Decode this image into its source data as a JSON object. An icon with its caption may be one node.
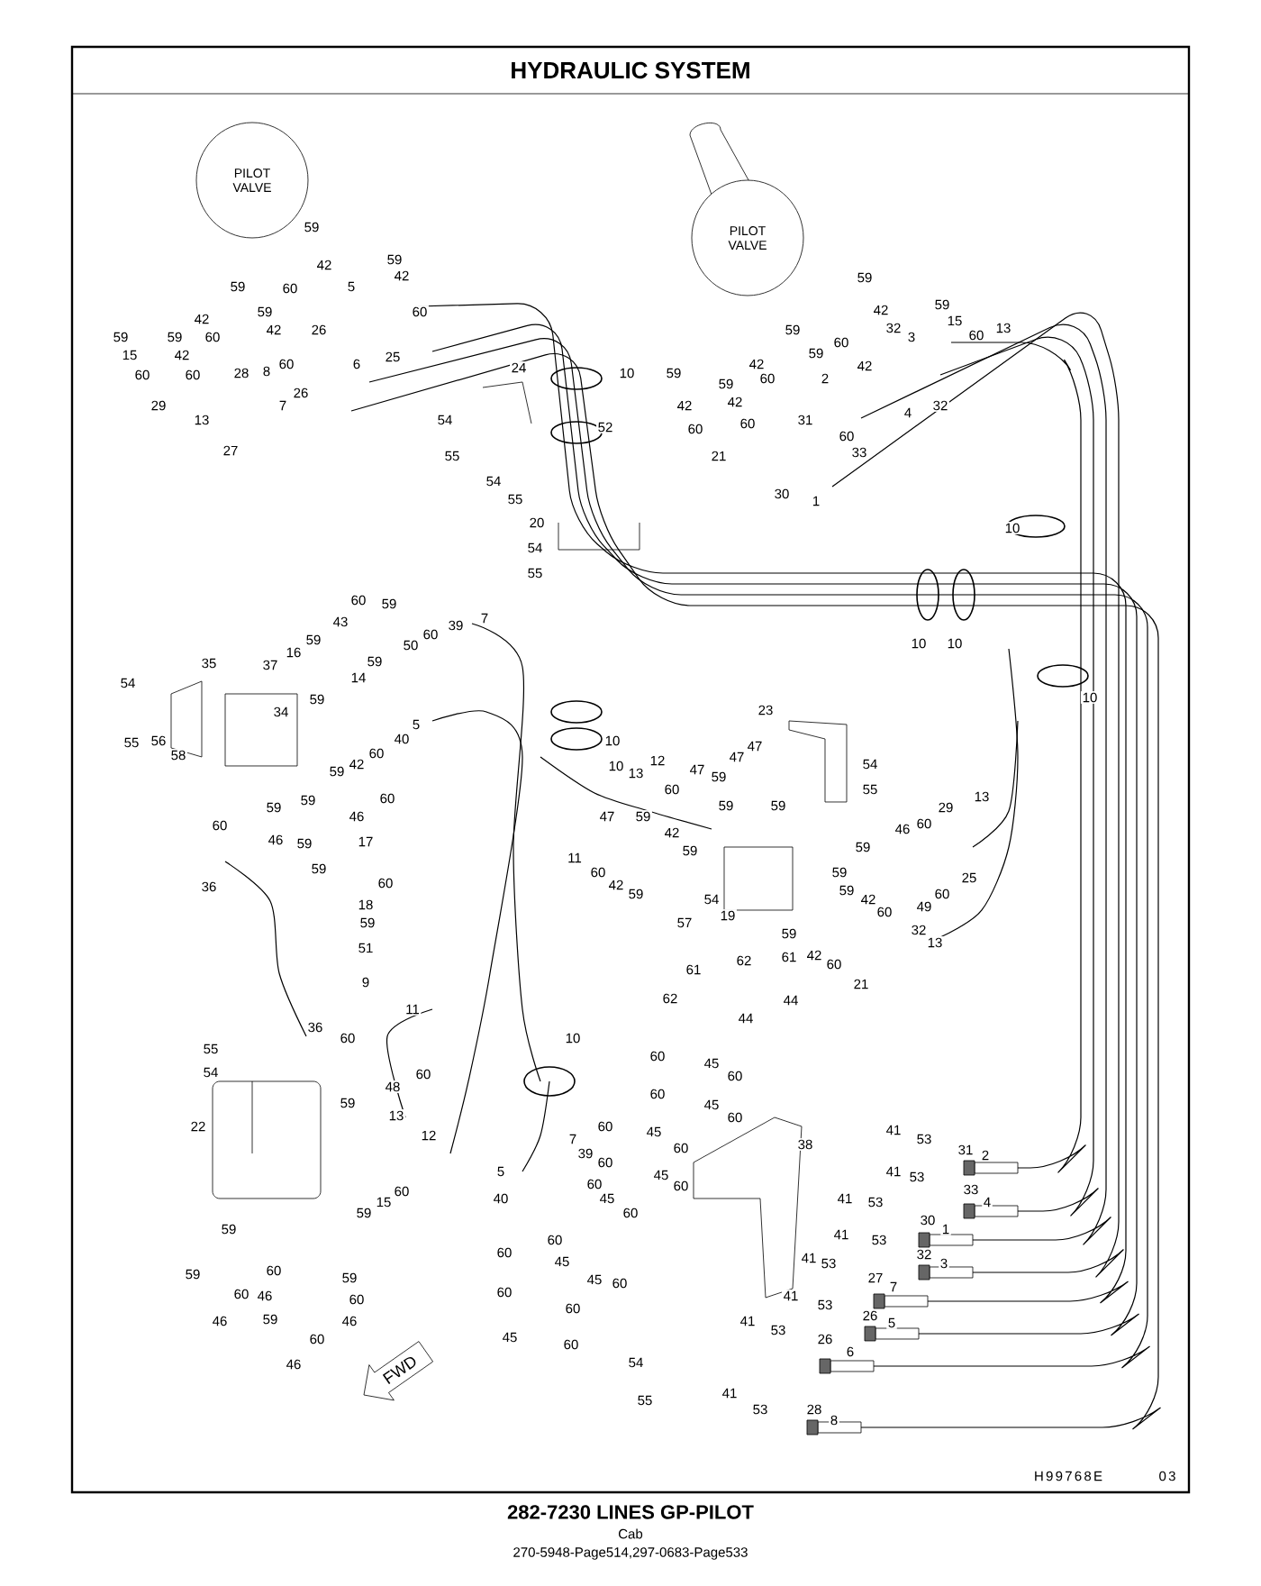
{
  "diagram": {
    "title": "HYDRAULIC SYSTEM",
    "caption": "282-7230 LINES GP-PILOT",
    "nodes": [
      {
        "text": [
          "PILOT VALVE"
        ]
      },
      {
        "text": [
          "PILOT VALVE"
        ]
      },
      {
        "text": [
          "FWD"
        ]
      }
    ],
    "labels": [
      "59",
      "42",
      "59",
      "42",
      "60",
      "59",
      "5",
      "60",
      "42",
      "59",
      "60",
      "42",
      "26",
      "59",
      "59",
      "15",
      "42",
      "28",
      "8",
      "60",
      "25",
      "60",
      "60",
      "6",
      "26",
      "24",
      "10",
      "29",
      "13",
      "7",
      "27",
      "54",
      "52",
      "55",
      "54",
      "55",
      "20",
      "54",
      "55",
      "59",
      "42",
      "59",
      "15",
      "60",
      "13",
      "59",
      "32",
      "3",
      "60",
      "59",
      "42",
      "42",
      "60",
      "59",
      "59",
      "2",
      "31",
      "32",
      "42",
      "42",
      "60",
      "60",
      "60",
      "4",
      "33",
      "21",
      "30",
      "1",
      "10",
      "10",
      "10",
      "10",
      "60",
      "59",
      "43",
      "39",
      "7",
      "35",
      "16",
      "59",
      "37",
      "14",
      "59",
      "50",
      "60",
      "54",
      "59",
      "34",
      "5",
      "40",
      "55",
      "56",
      "58",
      "42",
      "60",
      "59",
      "10",
      "10",
      "13",
      "12",
      "59",
      "59",
      "60",
      "46",
      "47",
      "59",
      "60",
      "46",
      "59",
      "17",
      "11",
      "60",
      "42",
      "59",
      "36",
      "59",
      "60",
      "18",
      "59",
      "51",
      "9",
      "11",
      "10",
      "36",
      "60",
      "23",
      "47",
      "47",
      "47",
      "59",
      "60",
      "59",
      "59",
      "54",
      "55",
      "42",
      "59",
      "29",
      "13",
      "46",
      "60",
      "59",
      "25",
      "59",
      "60",
      "49",
      "54",
      "19",
      "57",
      "59",
      "42",
      "60",
      "59",
      "32",
      "13",
      "42",
      "60",
      "61",
      "21",
      "62",
      "61",
      "44",
      "62",
      "44",
      "55",
      "54",
      "48",
      "60",
      "59",
      "22",
      "13",
      "12",
      "60",
      "15",
      "59",
      "59",
      "59",
      "60",
      "60",
      "46",
      "46",
      "59",
      "60",
      "46",
      "59",
      "60",
      "46",
      "60",
      "45",
      "60",
      "60",
      "45",
      "60",
      "60",
      "45",
      "60",
      "38",
      "60",
      "45",
      "60",
      "5",
      "7",
      "39",
      "40",
      "60",
      "45",
      "60",
      "60",
      "60",
      "45",
      "45",
      "60",
      "60",
      "60",
      "45",
      "60",
      "54",
      "55",
      "41",
      "53",
      "31",
      "2",
      "41",
      "53",
      "33",
      "4",
      "41",
      "53",
      "30",
      "1",
      "41",
      "53",
      "32",
      "3",
      "41",
      "53",
      "27",
      "7",
      "41",
      "53",
      "26",
      "5",
      "41",
      "53",
      "26",
      "6",
      "41",
      "53",
      "28",
      "8",
      "H99768E",
      "03",
      "Cab",
      "270-5948-Page514,297-0683-Page533"
    ]
  }
}
